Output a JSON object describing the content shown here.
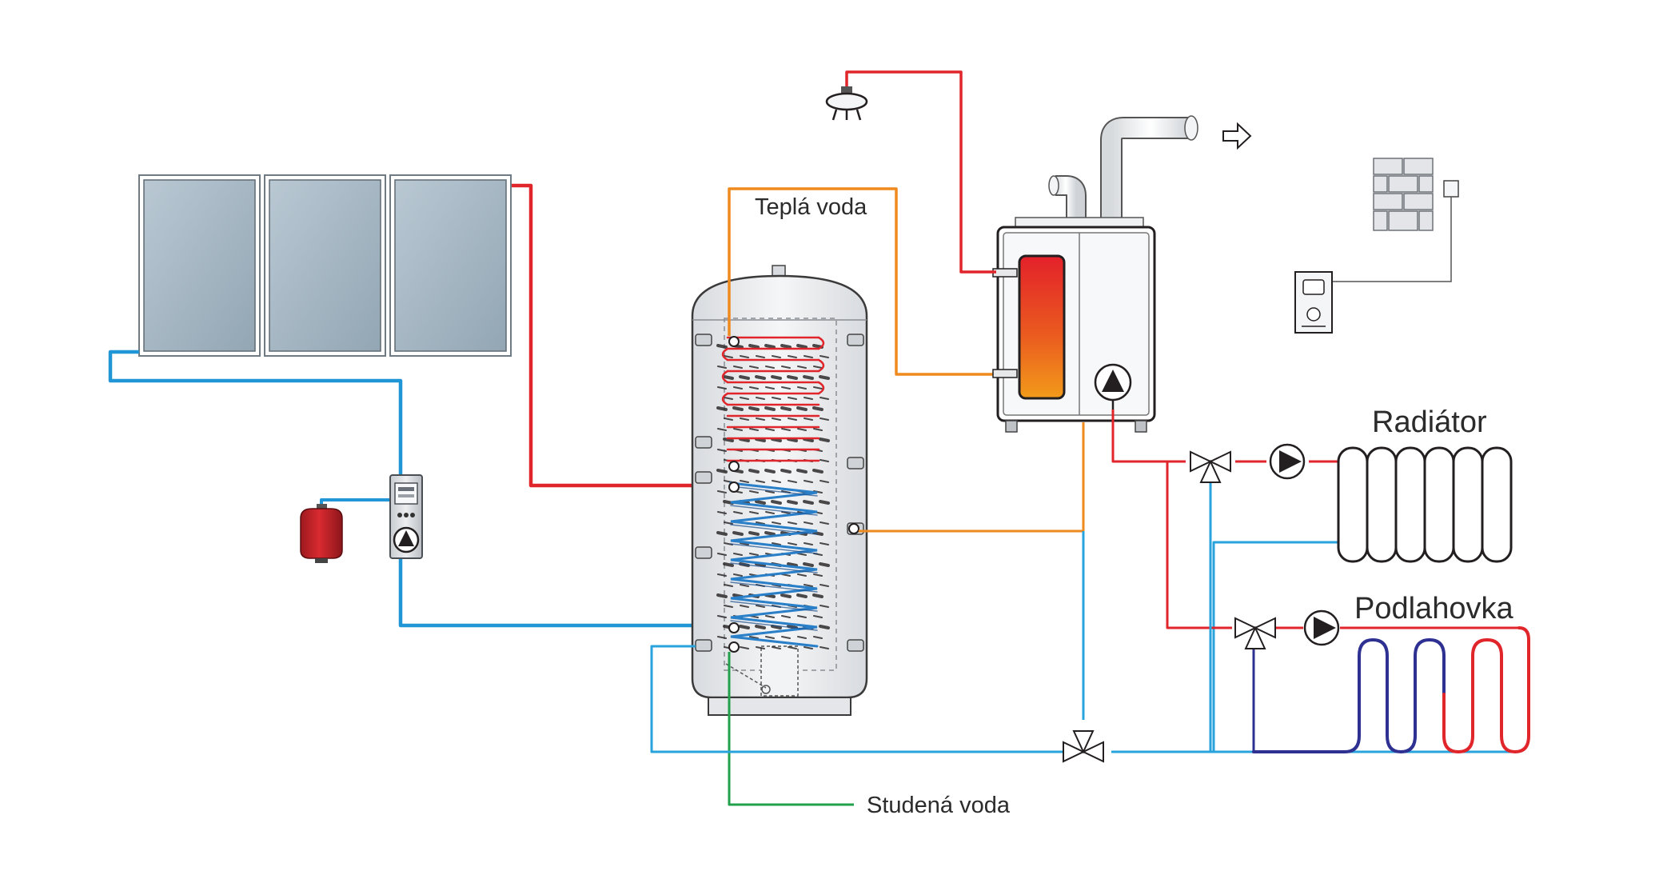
{
  "labels": {
    "hot_water": "Teplá voda",
    "cold_water": "Studená voda",
    "radiator": "Radiátor",
    "floor_heating": "Podlahovka"
  },
  "colors": {
    "hot_pipe": "#e0262b",
    "cold_pipe": "#29a3dc",
    "solar_cold_pipe": "#2196d6",
    "dhw_pipe": "#ef8a1e",
    "cold_water_pipe": "#22a04b",
    "floor_return_pipe": "#2e3192",
    "collector_glass": "#a9b9c6",
    "tank_fill": "#eef0f2",
    "expansion_vessel": "#c8202a",
    "outline": "#231f20"
  },
  "icons": {
    "collector": "solar-collector-icon",
    "pump": "pump-icon",
    "valve": "three-way-valve-icon",
    "shower": "shower-head-icon",
    "thermostat": "room-thermostat-icon",
    "wall": "wall-icon",
    "exhaust": "exhaust-arrow-icon"
  }
}
